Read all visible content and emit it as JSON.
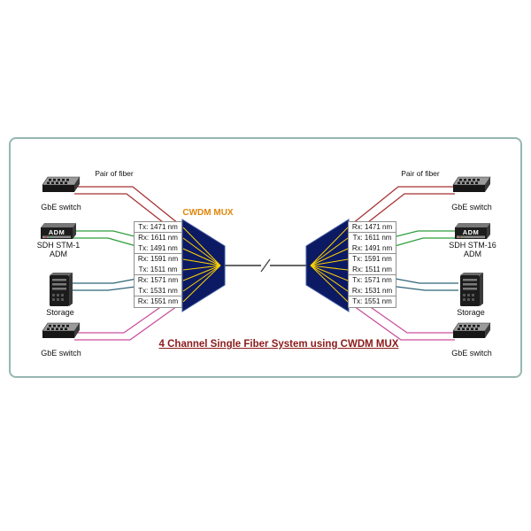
{
  "title": "4 Channel Single Fiber System using CWDM MUX",
  "cwdm_mux_label": "CWDM MUX",
  "colors": {
    "channel1": "#a83232",
    "channel2": "#2e9e3c",
    "channel3": "#2d6577",
    "channel4": "#c9519c",
    "mux_fill": "#0c1a63",
    "mux_edge": "#41589e",
    "fan_line": "#ffd200",
    "fiber": "#333333",
    "title_text": "#8b1a1a",
    "mux_label_text": "#e0860b",
    "frame_border": "#96b7b2"
  },
  "left": {
    "pair_of_fiber": "Pair of fiber",
    "gbe_switch_top": "GbE switch",
    "adm_badge": "ADM",
    "adm_label_line1": "SDH STM-1",
    "adm_label_line2": "ADM",
    "storage": "Storage",
    "gbe_switch_bottom": "GbE switch",
    "wavelength_boxes": [
      {
        "lines": [
          "Tx: 1471 nm"
        ]
      },
      {
        "lines": [
          "Rx: 1611 nm",
          "Tx: 1491 nm"
        ]
      },
      {
        "lines": [
          "Rx: 1591 nm",
          "Tx: 1511 nm"
        ]
      },
      {
        "lines": [
          "Rx: 1571 nm",
          "Tx: 1531 nm"
        ]
      },
      {
        "lines": [
          "Rx: 1551 nm"
        ]
      }
    ]
  },
  "right": {
    "pair_of_fiber": "Pair of fiber",
    "gbe_switch_top": "GbE switch",
    "adm_badge": "ADM",
    "adm_label_line1": "SDH STM-16",
    "adm_label_line2": "ADM",
    "storage": "Storage",
    "gbe_switch_bottom": "GbE switch",
    "wavelength_boxes": [
      {
        "lines": [
          "Rx: 1471 nm"
        ]
      },
      {
        "lines": [
          "Tx: 1611 nm",
          "Rx: 1491 nm"
        ]
      },
      {
        "lines": [
          "Tx: 1591 nm",
          "Rx: 1511 nm"
        ]
      },
      {
        "lines": [
          "Tx: 1571 nm",
          "Rx: 1531 nm"
        ]
      },
      {
        "lines": [
          "Tx: 1551 nm"
        ]
      }
    ]
  }
}
